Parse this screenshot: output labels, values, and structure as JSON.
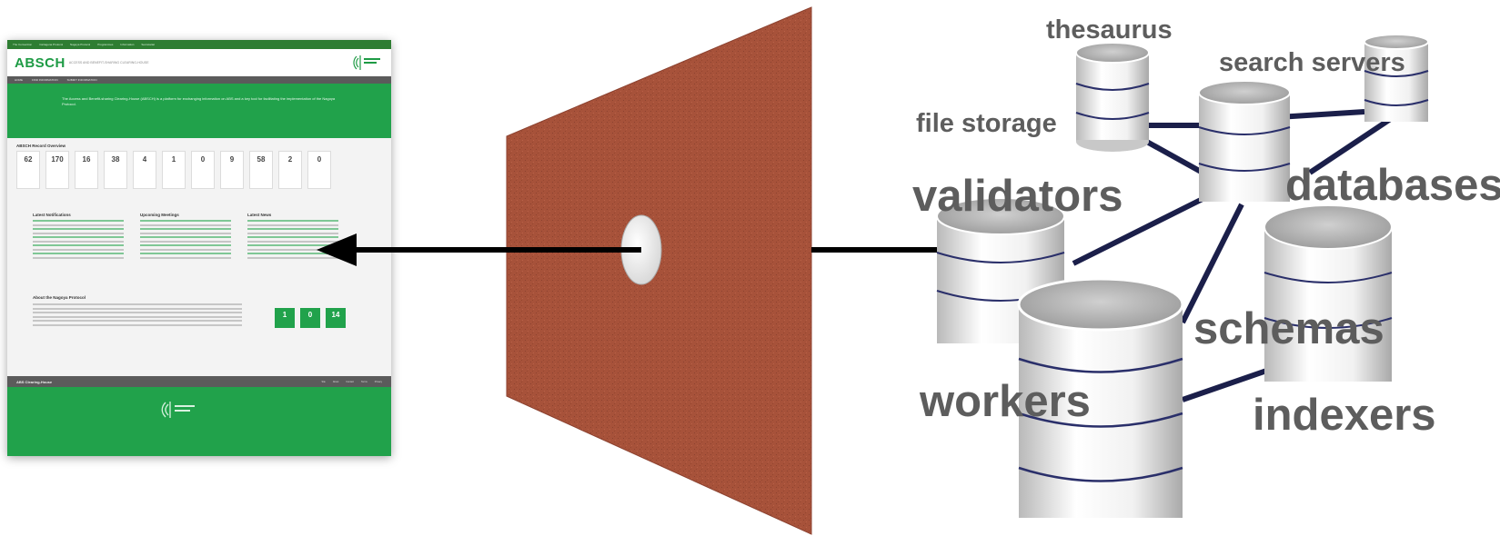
{
  "website": {
    "brand": "ABSCH",
    "brand_subtitle": "ACCESS AND BENEFIT-SHARING CLEARING-HOUSE",
    "top_nav": [
      "The Convention",
      "Cartagena Protocol",
      "Nagoya Protocol",
      "Programmes",
      "Information",
      "Secretariat"
    ],
    "menu": [
      "HOME",
      "FIND INFORMATION",
      "SUBMIT INFORMATION"
    ],
    "hero_text": "The Access and Benefit-sharing Clearing-House (ABSCH) is a platform for exchanging information on ABS and a key tool for facilitating the implementation of the Nagoya Protocol.",
    "overview_title": "ABSCH Record Overview",
    "stats": [
      "62",
      "170",
      "16",
      "38",
      "4",
      "1",
      "0",
      "9",
      "58",
      "2",
      "0"
    ],
    "columns": [
      "Latest Notifications",
      "Upcoming Meetings",
      "Latest News"
    ],
    "about_title": "About the Nagoya Protocol",
    "counts": [
      {
        "num": "1"
      },
      {
        "num": "0"
      },
      {
        "num": "14"
      }
    ],
    "footer_name": "ABS Clearing-House",
    "footer_links": [
      "Site",
      "About",
      "Contact",
      "Terms",
      "Privacy"
    ]
  },
  "diagram": {
    "labels": {
      "thesaurus": "thesaurus",
      "search_servers": "search servers",
      "file_storage": "file storage",
      "validators": "validators",
      "databases": "databases",
      "schemas": "schemas",
      "workers": "workers",
      "indexers": "indexers"
    },
    "colors": {
      "wall": "#a7523a",
      "wall_dark": "#8c4230",
      "arrow": "#000000",
      "link": "#1b1f4a",
      "label": "#5d5d5d"
    }
  }
}
